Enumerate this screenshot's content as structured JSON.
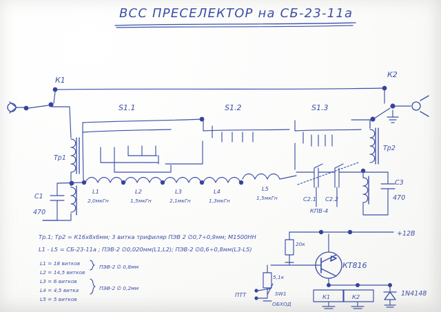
{
  "document": {
    "title": "ВСС ПРЕСЕЛЕКТОР на СБ-23-11а",
    "media": "hand-drawn schematic, blue ballpoint pen on white paper",
    "ink_color": "#3b4fa8",
    "paper_color": "#fdfdfd"
  },
  "terminals": {
    "left_relay": "К1",
    "right_relay": "К2"
  },
  "transformers": {
    "t1": "Тр1",
    "t2": "Тр2"
  },
  "switch_sections": {
    "s1": "S1.1",
    "s2": "S1.2",
    "s3": "S1.3"
  },
  "inductors": [
    {
      "ref": "L1",
      "value": "2,0мкГн"
    },
    {
      "ref": "L2",
      "value": "1,5мкГн"
    },
    {
      "ref": "L3",
      "value": "2,1мкГн"
    },
    {
      "ref": "L4",
      "value": "1,3мкГн"
    },
    {
      "ref": "L5",
      "value": "1,5мкГн"
    }
  ],
  "capacitors": [
    {
      "ref": "C1",
      "value": "470"
    },
    {
      "ref": "C3",
      "value": "470"
    }
  ],
  "variable_cap": {
    "ref_a": "C2.1",
    "ref_b": "C2.2",
    "type": "КПВ-4"
  },
  "notes": {
    "line1": "Тр.1; Тр2 = К16х8х6мм; 3 витка трифиляр ПЭВ 2 ∅0,7÷0,9мм; М1500НН",
    "line2": "L1 - L5 = СБ-23-11а ; ПЭВ-2 ∅0,020мм(L1,L2); ПЭВ-2 ∅0,6÷0,8мм(L3-L5)",
    "line1a": "Тр.1; Тр2 = К16х8х6мм; 3 витка трифиляр ПЭВ 2 ∅0,7÷0,9мм; М1500НН",
    "line2a": "L1 - L5 = СБ-23-11а ; ПЭВ-2 ∅0,020мм(L1,L2); ПЭВ-2 ∅0,6÷0,8мм(L3-L5)"
  },
  "winding_table": {
    "rows": [
      {
        "ref": "L1 = 18 витков"
      },
      {
        "ref": "L2 = 14,5 витков"
      },
      {
        "ref": "L3 = 6 витков"
      },
      {
        "ref": "L4 = 4,5 витка"
      },
      {
        "ref": "L5 = 5 витков"
      }
    ],
    "wire_a": "ПЭВ-2 ∅ 0,8мм",
    "wire_b": "ПЭВ-2 ∅ 0,2мм"
  },
  "driver": {
    "transistor": "КТ816",
    "base_resistor": "20к",
    "emitter_resistor": "5,1к",
    "diode": "1N4148",
    "supply": "+12В",
    "relay1": "К1",
    "relay2": "К2",
    "ptt": "ПТТ",
    "switch": "SW1",
    "switch_label": "ОБХОД"
  }
}
